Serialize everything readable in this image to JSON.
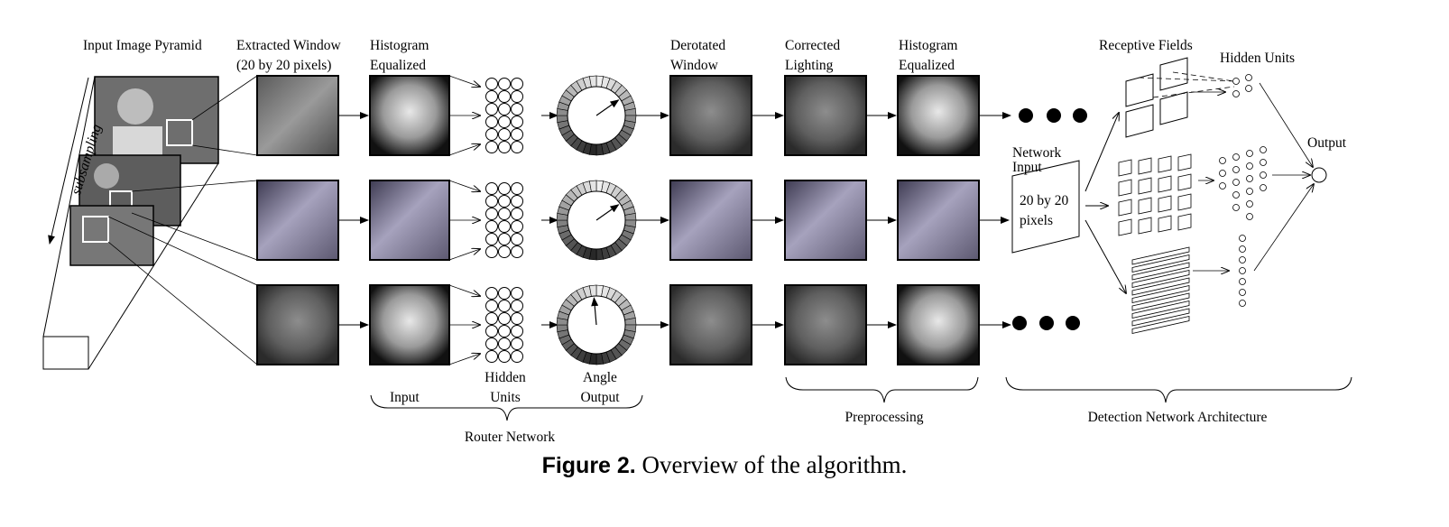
{
  "labels": {
    "input_image_pyramid": "Input Image Pyramid",
    "extracted_window_1": "Extracted Window",
    "extracted_window_2": "(20 by 20 pixels)",
    "hist_eq_1a": "Histogram",
    "hist_eq_1b": "Equalized",
    "derotated_1": "Derotated",
    "derotated_2": "Window",
    "corrected_1": "Corrected",
    "corrected_2": "Lighting",
    "hist_eq_2a": "Histogram",
    "hist_eq_2b": "Equalized",
    "receptive_fields": "Receptive Fields",
    "hidden_units_top": "Hidden Units",
    "output": "Output",
    "network_input_1": "Network",
    "network_input_2": "Input",
    "pixels_1": "20 by 20",
    "pixels_2": "pixels",
    "subsampling": "subsampling",
    "input": "Input",
    "hidden_units_1": "Hidden",
    "hidden_units_2": "Units",
    "angle_output_1": "Angle",
    "angle_output_2": "Output",
    "router_network": "Router Network",
    "preprocessing": "Preprocessing",
    "detection_network": "Detection Network Architecture"
  },
  "caption": {
    "figure": "Figure 2.",
    "text": "Overview of the algorithm."
  },
  "angles_deg": [
    55,
    55,
    -5
  ]
}
